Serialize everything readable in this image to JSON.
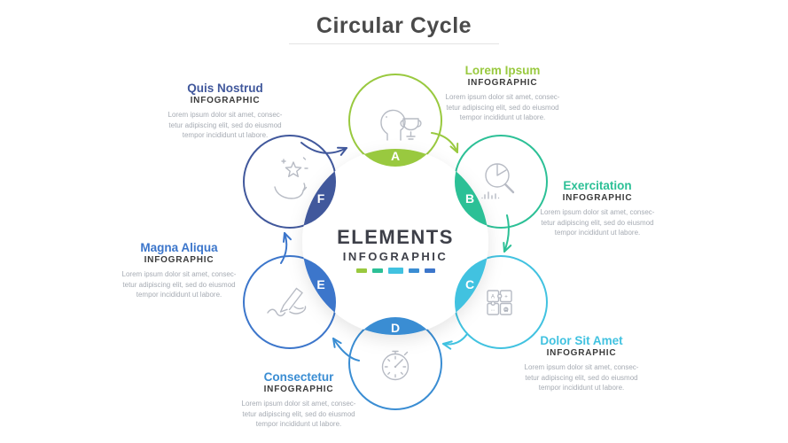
{
  "title": "Circular Cycle",
  "center": {
    "title": "ELEMENTS",
    "subtitle": "INFOGRAPHIC"
  },
  "dash_colors": [
    "#99c93f",
    "#2cc096",
    "#41c2e0",
    "#3a8dd3",
    "#3c76cb"
  ],
  "nodes": [
    {
      "label": "A",
      "color": "#99c93f",
      "icon": "head-trophy-icon"
    },
    {
      "label": "B",
      "color": "#2cc096",
      "icon": "pie-chart-magnifier-icon"
    },
    {
      "label": "C",
      "color": "#41c2e0",
      "icon": "puzzle-icon",
      "glyphs": {
        "tl": "A",
        "tr": "+",
        "bl": "...",
        "br": "A"
      }
    },
    {
      "label": "D",
      "color": "#3a8dd3",
      "icon": "stopwatch-icon"
    },
    {
      "label": "E",
      "color": "#3c76cb",
      "icon": "hand-pen-icon"
    },
    {
      "label": "F",
      "color": "#41589c",
      "icon": "hand-star-icon"
    }
  ],
  "blocks": [
    {
      "title": "Lorem Ipsum",
      "subtitle": "INFOGRAPHIC",
      "color": "#99c93f",
      "body": "Lorem ipsum dolor sit amet, consec-\ntetur adipiscing elit, sed do eiusmod\ntempor incididunt ut labore."
    },
    {
      "title": "Exercitation",
      "subtitle": "INFOGRAPHIC",
      "color": "#2cc096",
      "body": "Lorem ipsum dolor sit amet, consec-\ntetur adipiscing elit, sed do eiusmod\ntempor incididunt ut labore."
    },
    {
      "title": "Dolor Sit Amet",
      "subtitle": "INFOGRAPHIC",
      "color": "#41c2e0",
      "body": "Lorem ipsum dolor sit amet, consec-\ntetur adipiscing elit, sed do eiusmod\ntempor incididunt ut labore."
    },
    {
      "title": "Consectetur",
      "subtitle": "INFOGRAPHIC",
      "color": "#3a8dd3",
      "body": "Lorem ipsum dolor sit amet, consec-\ntetur adipiscing elit, sed do eiusmod\ntempor incididunt ut labore."
    },
    {
      "title": "Magna Aliqua",
      "subtitle": "INFOGRAPHIC",
      "color": "#3c76cb",
      "body": "Lorem ipsum dolor sit amet, consec-\ntetur adipiscing elit, sed do eiusmod\ntempor incididunt ut labore."
    },
    {
      "title": "Quis Nostrud",
      "subtitle": "INFOGRAPHIC",
      "color": "#41589c",
      "body": "Lorem ipsum dolor sit amet, consec-\ntetur adipiscing elit, sed do eiusmod\ntempor incididunt ut labore."
    }
  ]
}
